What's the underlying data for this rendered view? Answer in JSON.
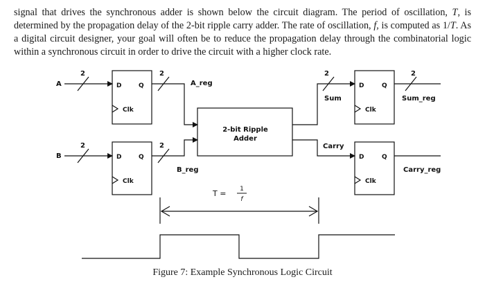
{
  "text": {
    "p1": "signal that drives the synchronous adder is shown below the circuit diagram. The period of oscillation, ",
    "sym_T": "T",
    "p2": ", is determined by the propagation delay of the 2-bit ripple carry adder. The rate of oscillation, ",
    "sym_f": "f",
    "p3": ", is computed as 1/",
    "sym_T2": "T",
    "p4": ". As a digital circuit designer, your goal will often be to reduce the propagation delay through the combinatorial logic within a synchronous circuit in order to drive the circuit with a higher clock rate."
  },
  "diagram": {
    "input_a": "A",
    "input_b": "B",
    "bus_width": "2",
    "ff_d": "D",
    "ff_q": "Q",
    "ff_clk": "Clk",
    "a_reg": "A_reg",
    "b_reg": "B_reg",
    "adder_line1": "2-bit Ripple",
    "adder_line2": "Adder",
    "sum": "Sum",
    "carry": "Carry",
    "sum_reg": "Sum_reg",
    "carry_reg": "Carry_reg",
    "period_lhs": "T =",
    "period_num": "1",
    "period_den": "f"
  },
  "caption": "Figure 7: Example Synchronous Logic Circuit"
}
